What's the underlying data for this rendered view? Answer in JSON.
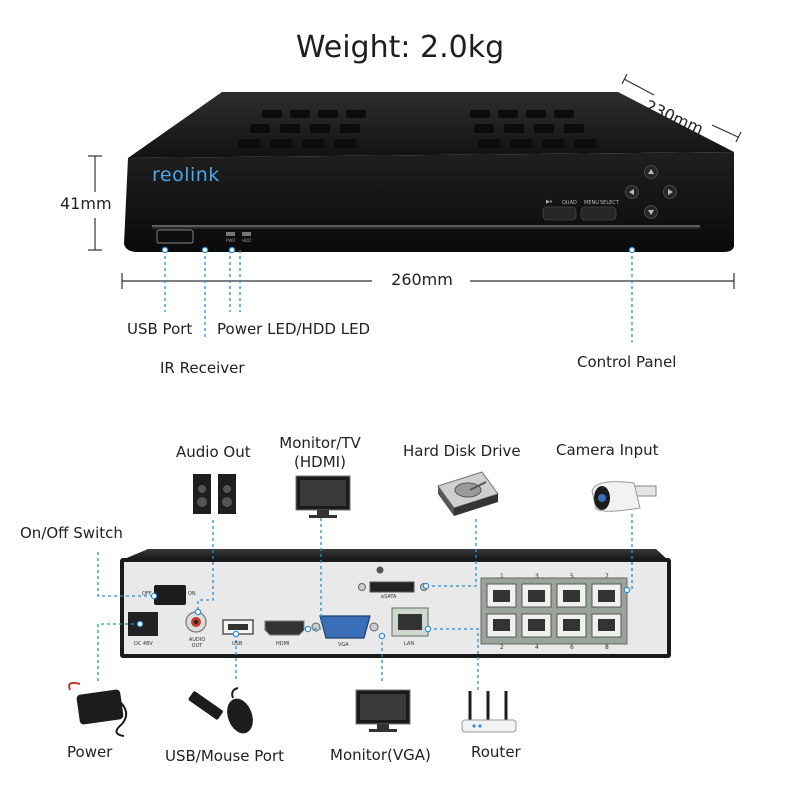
{
  "title": "Weight: 2.0kg",
  "dimensions": {
    "height": "41mm",
    "depth": "230mm",
    "width": "260mm"
  },
  "front_panel": {
    "brand": "reolink",
    "buttons": {
      "play": "▶⏸",
      "quad": "QUAD",
      "menu": "MENU",
      "select": "SELECT"
    },
    "led_labels": [
      "PWR",
      "HDD"
    ]
  },
  "front_callouts": {
    "usb_port": "USB Port",
    "ir_receiver": "IR Receiver",
    "power_hdd_led": "Power LED/HDD LED",
    "control_panel": "Control Panel"
  },
  "rear_panel": {
    "port_labels": {
      "dc": "DC 48V",
      "audio_out": "AUDIO OUT",
      "usb": "USB",
      "hdmi": "HDMI",
      "vga": "VGA",
      "esata": "eSATA",
      "lan": "LAN",
      "on": "ON",
      "off": "OFF"
    },
    "poe_numbers_top": [
      "1",
      "3",
      "5",
      "7"
    ],
    "poe_numbers_bottom": [
      "2",
      "4",
      "6",
      "8"
    ]
  },
  "rear_callouts": {
    "audio_out": "Audio Out",
    "monitor_hdmi_line1": "Monitor/TV",
    "monitor_hdmi_line2": "(HDMI)",
    "hard_disk": "Hard Disk Drive",
    "camera_input": "Camera Input",
    "on_off_switch": "On/Off Switch",
    "power": "Power",
    "usb_mouse": "USB/Mouse Port",
    "monitor_vga": "Monitor(VGA)",
    "router": "Router"
  },
  "colors": {
    "callout_line": "#2a8fd6",
    "device_body": "#1a1a1a",
    "text": "#222222"
  }
}
